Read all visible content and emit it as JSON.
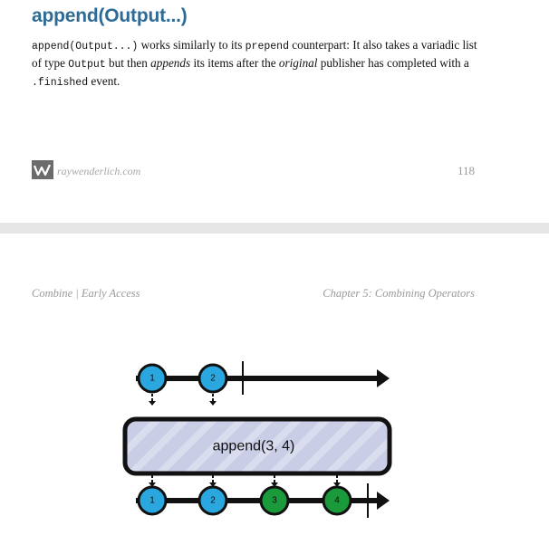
{
  "section": {
    "title": "append(Output...)"
  },
  "paragraph": {
    "code_append": "append(Output...)",
    "t1": " works similarly to its ",
    "code_prepend": "prepend",
    "t2": " counterpart: It also takes a variadic list of type ",
    "code_output": "Output",
    "t3": " but then ",
    "em_appends": "appends",
    "t4": " its items after the ",
    "em_original": "original",
    "t5": " publisher has completed with a ",
    "code_finished": ".finished",
    "t6": " event."
  },
  "footer": {
    "site": "raywenderlich.com",
    "page_number": "118"
  },
  "running_header": {
    "book": "Combine | Early Access",
    "chapter": "Chapter 5: Combining Operators"
  },
  "marble_diagram": {
    "operator_label": "append(3, 4)",
    "colors": {
      "blue": "#2aa7df",
      "green": "#1a9a3a",
      "box_fill": "#c9cde6"
    },
    "upstream": [
      {
        "label": "1",
        "color": "blue"
      },
      {
        "label": "2",
        "color": "blue"
      }
    ],
    "output": [
      {
        "label": "1",
        "color": "blue"
      },
      {
        "label": "2",
        "color": "blue"
      },
      {
        "label": "3",
        "color": "green"
      },
      {
        "label": "4",
        "color": "green"
      }
    ]
  }
}
